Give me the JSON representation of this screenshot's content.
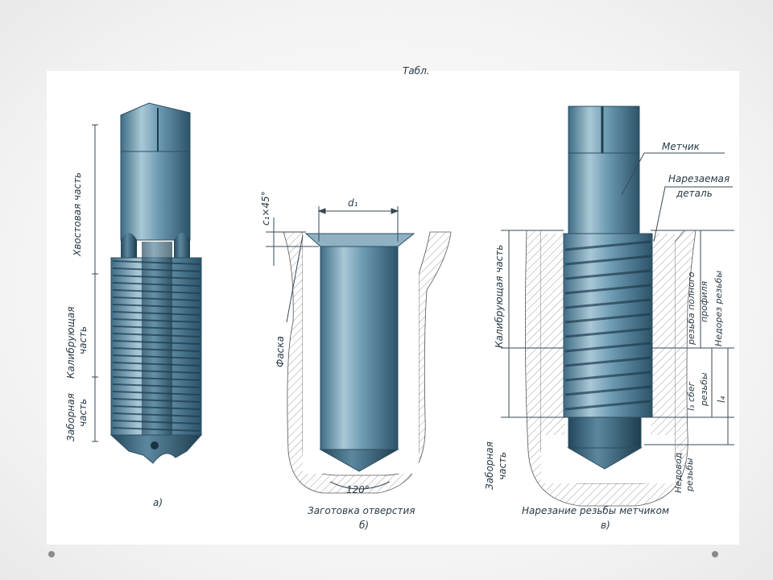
{
  "slide": {
    "header_fragment": "Табл.",
    "nav_dot_left": "nav-dot",
    "nav_dot_right": "nav-dot"
  },
  "panel_a": {
    "label_tail": "Хвостовая часть",
    "label_calibrating_l1": "Калибрующая",
    "label_calibrating_l2": "часть",
    "label_intake_l1": "Заборная",
    "label_intake_l2": "часть",
    "caption": "а)"
  },
  "panel_b": {
    "label_chamfer_dim": "c₁×45°",
    "label_d1": "d₁",
    "label_chamfer": "Фаска",
    "label_angle": "120°",
    "caption_title": "Заготовка отверстия",
    "caption": "б)"
  },
  "panel_c": {
    "label_tap": "Метчик",
    "label_part_l1": "Нарезаемая",
    "label_part_l2": "деталь",
    "label_calibrating": "Калибрующая часть",
    "label_intake_l1": "Заборная",
    "label_intake_l2": "часть",
    "label_full_profile_l1": "резьба полного",
    "label_full_profile_l2": "профиля",
    "label_undercut": "Недорез резьбы",
    "label_runout_l1": "l₃ сбег",
    "label_runout_l2": "резьбы",
    "label_l4": "l₄",
    "label_undercut2_l1": "Недовод",
    "label_undercut2_l2": "резьбы",
    "caption_title": "Нарезание резьбы метчиком",
    "caption": "в)"
  },
  "colors": {
    "steel_light": "#9fc0d0",
    "steel_mid": "#5f8ea6",
    "steel_dark": "#2f5a72",
    "hatch": "#9a9a9a",
    "dim_line": "#3a4a55"
  }
}
